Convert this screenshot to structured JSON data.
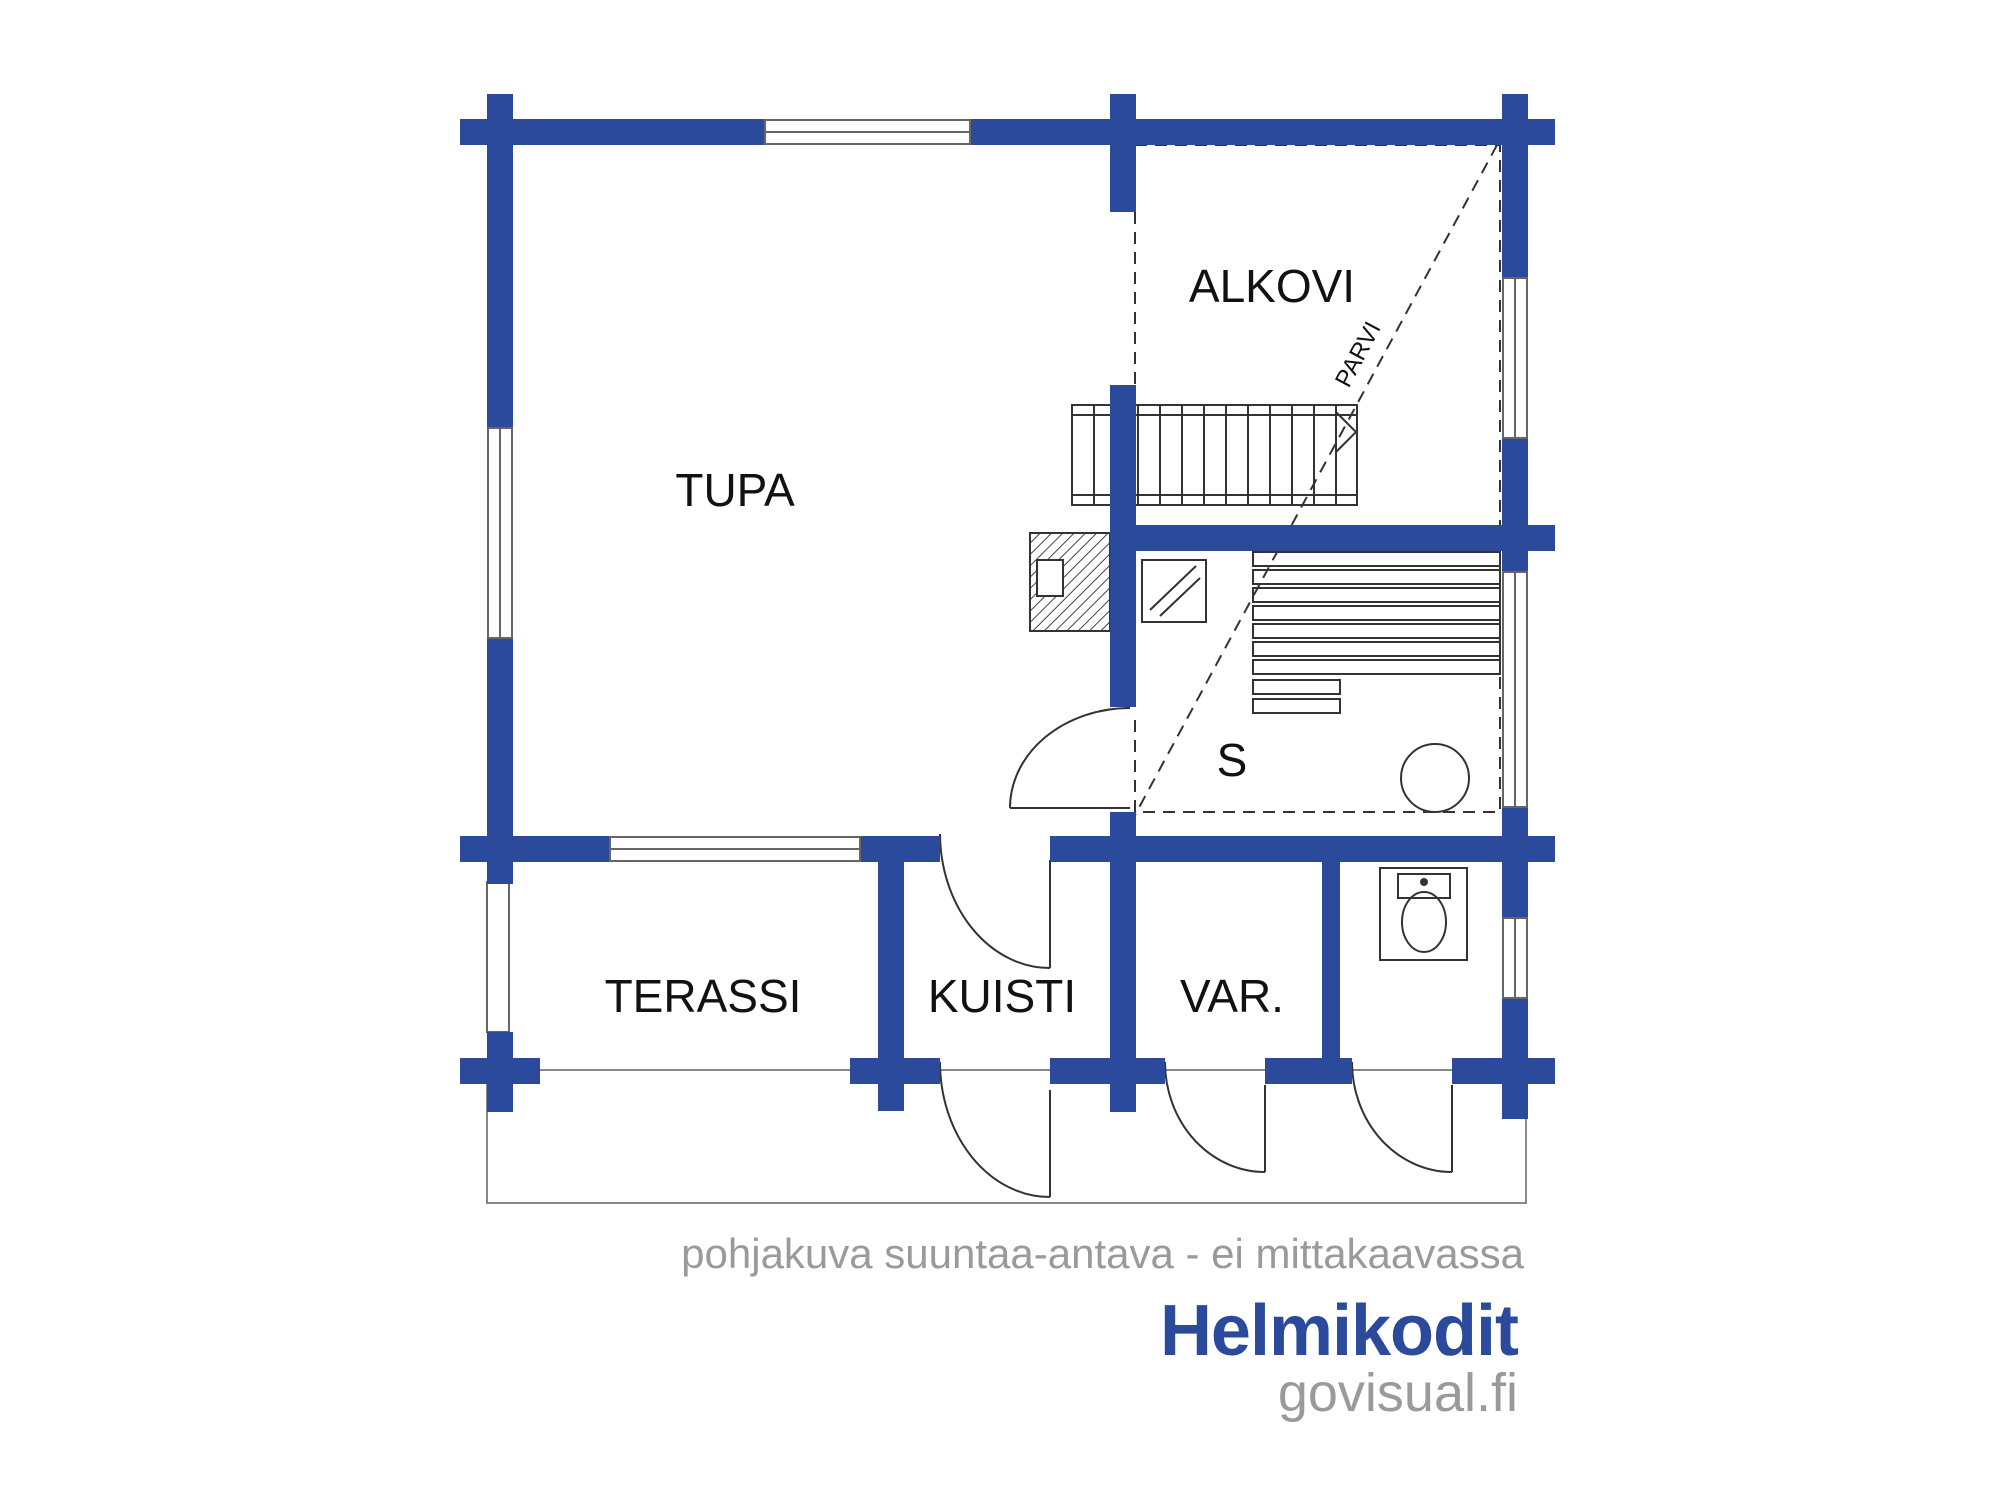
{
  "colors": {
    "wall": "#2b4a9b",
    "text": "#111111",
    "caption": "#9a9a9a",
    "brand": "#2b4a9b"
  },
  "rooms": {
    "tupa": "TUPA",
    "alkovi": "ALKOVI",
    "parvi": "PARVI",
    "sauna": "S",
    "terassi": "TERASSI",
    "kuisti": "KUISTI",
    "var": "VAR."
  },
  "footer": {
    "disclaimer": "pohjakuva suuntaa-antava - ei mittakaavassa",
    "brand": "Helmikodit",
    "site": "govisual.fi"
  }
}
